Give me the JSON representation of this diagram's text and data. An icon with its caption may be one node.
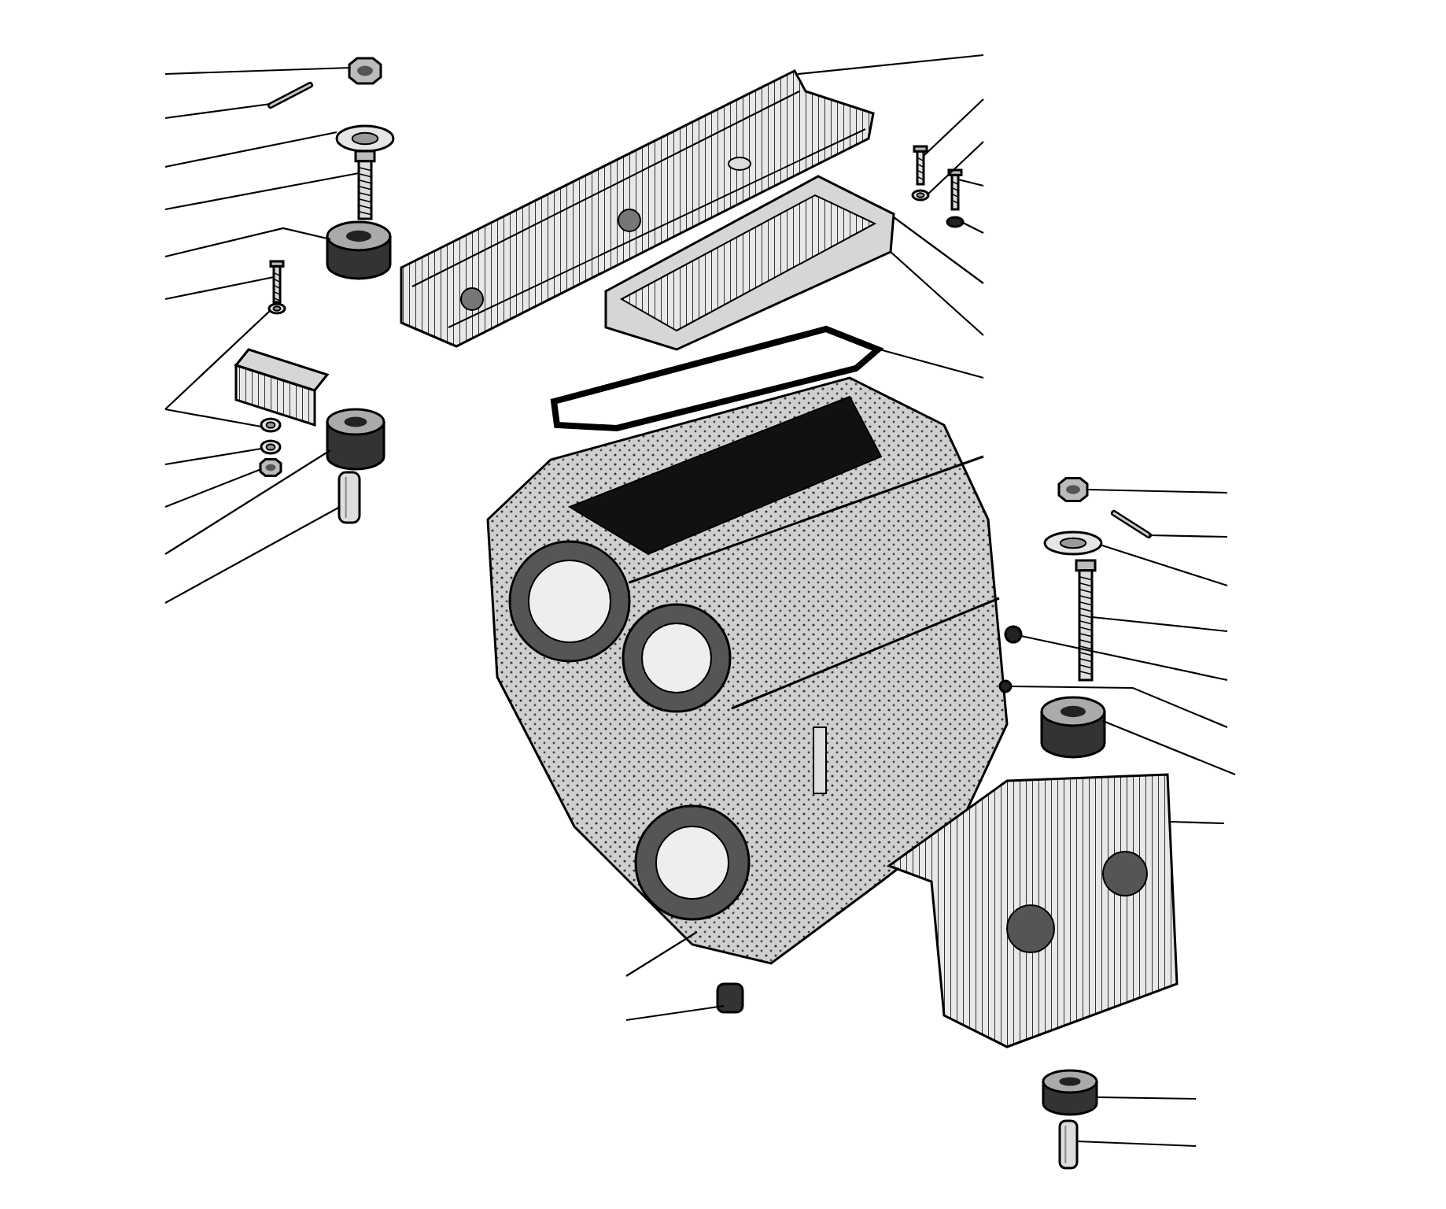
{
  "diagram": {
    "nodes": [
      {
        "text": [],
        "shape": "picture"
      },
      {
        "text": [],
        "shape": "picture"
      },
      {
        "text": [],
        "shape": "picture"
      },
      {
        "text": [],
        "shape": "picture"
      },
      {
        "text": [],
        "shape": "picture"
      },
      {
        "text": [],
        "shape": "picture"
      },
      {
        "text": [],
        "shape": "picture"
      },
      {
        "text": [],
        "shape": "picture"
      },
      {
        "text": [],
        "shape": "cylinder"
      },
      {
        "text": [],
        "shape": "circle"
      },
      {
        "text": [],
        "shape": "picture"
      },
      {
        "text": [],
        "shape": "picture"
      },
      {
        "text": [],
        "shape": "picture"
      },
      {
        "text": [],
        "shape": "picture"
      },
      {
        "text": [],
        "shape": "picture"
      },
      {
        "text": [],
        "shape": "cylinder"
      },
      {
        "text": [],
        "shape": "picture"
      },
      {
        "text": [],
        "shape": "picture"
      },
      {
        "text": [],
        "shape": "picture"
      },
      {
        "text": [],
        "shape": "picture"
      },
      {
        "text": [],
        "shape": "picture"
      },
      {
        "text": [],
        "shape": "picture"
      },
      {
        "text": [],
        "shape": "picture"
      },
      {
        "text": [],
        "shape": "circle"
      },
      {
        "text": [],
        "shape": "picture"
      },
      {
        "text": [],
        "shape": "circle"
      },
      {
        "text": [],
        "shape": "cylinder"
      },
      {
        "text": [],
        "shape": "picture"
      },
      {
        "text": [],
        "shape": "box"
      },
      {
        "text": [],
        "shape": "cylinder"
      },
      {
        "text": [],
        "shape": "picture"
      }
    ],
    "edges": [
      {
        "from": null,
        "to": 0,
        "arrow": "none"
      },
      {
        "from": null,
        "to": 1,
        "arrow": "none"
      },
      {
        "from": null,
        "to": 3,
        "arrow": "none"
      },
      {
        "from": null,
        "to": 4,
        "arrow": "none"
      },
      {
        "from": null,
        "to": 8,
        "arrow": "none"
      },
      {
        "from": null,
        "to": 10,
        "arrow": "none"
      },
      {
        "from": null,
        "to": 12,
        "arrow": "none"
      },
      {
        "from": null,
        "to": 14,
        "arrow": "none"
      },
      {
        "from": null,
        "to": 16,
        "arrow": "none"
      },
      {
        "from": null,
        "to": 17,
        "arrow": "none"
      },
      {
        "from": null,
        "to": 15,
        "arrow": "none"
      },
      {
        "from": null,
        "to": 19,
        "arrow": "none"
      },
      {
        "from": null,
        "to": 2,
        "arrow": "none"
      },
      {
        "from": null,
        "to": 5,
        "arrow": "none"
      },
      {
        "from": null,
        "to": 6,
        "arrow": "none"
      },
      {
        "from": null,
        "to": 7,
        "arrow": "none"
      },
      {
        "from": null,
        "to": 9,
        "arrow": "none"
      },
      {
        "from": null,
        "to": 11,
        "arrow": "none"
      },
      {
        "from": null,
        "to": 11,
        "arrow": "none"
      },
      {
        "from": null,
        "to": 13,
        "arrow": "none"
      },
      {
        "from": null,
        "to": 18,
        "arrow": "none"
      },
      {
        "from": null,
        "to": 20,
        "arrow": "none"
      },
      {
        "from": null,
        "to": 21,
        "arrow": "none"
      },
      {
        "from": null,
        "to": 22,
        "arrow": "none"
      },
      {
        "from": null,
        "to": 23,
        "arrow": "none"
      },
      {
        "from": null,
        "to": 25,
        "arrow": "none"
      },
      {
        "from": null,
        "to": 26,
        "arrow": "none"
      },
      {
        "from": null,
        "to": 27,
        "arrow": "none"
      },
      {
        "from": null,
        "to": 24,
        "arrow": "none"
      },
      {
        "from": null,
        "to": 28,
        "arrow": "none"
      },
      {
        "from": null,
        "to": 29,
        "arrow": "none"
      },
      {
        "from": null,
        "to": 30,
        "arrow": "none"
      }
    ]
  }
}
